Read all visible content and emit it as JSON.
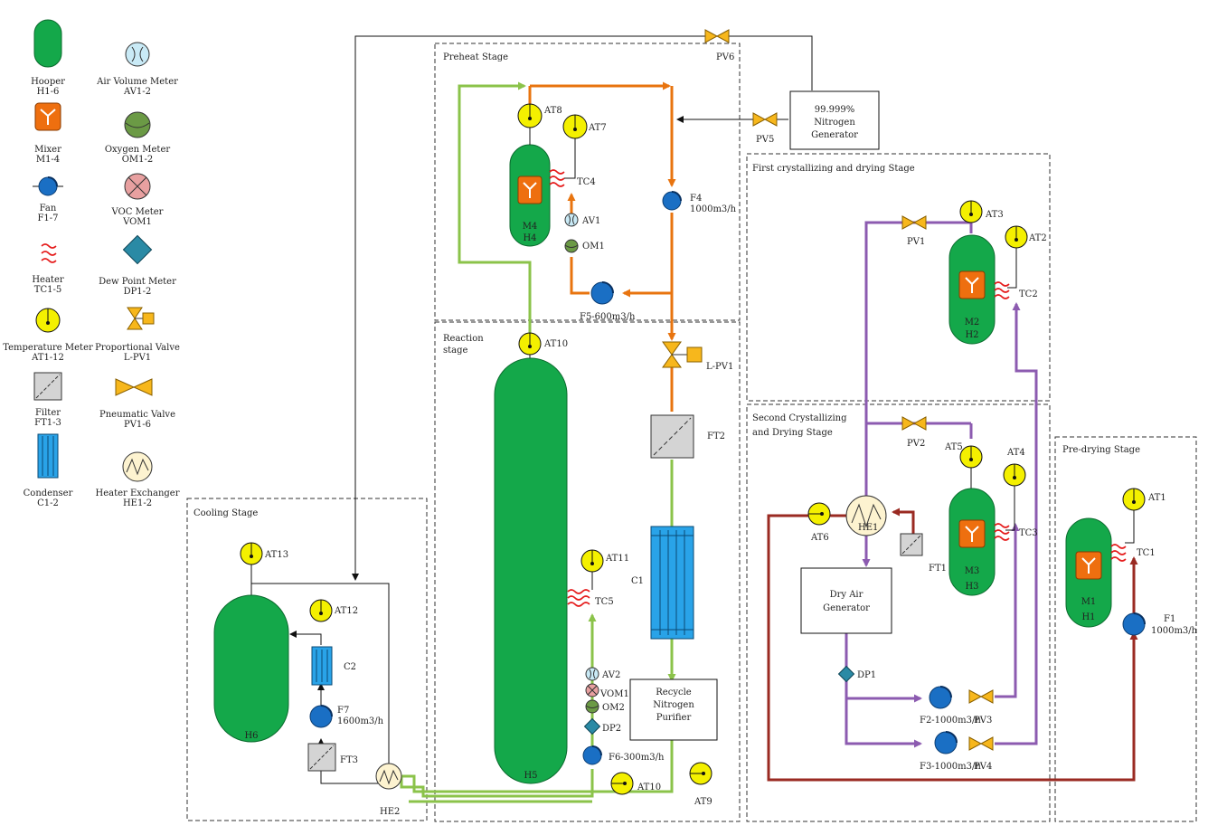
{
  "legend": {
    "hooper": [
      "Hooper",
      "H1-6"
    ],
    "mixer": [
      "Mixer",
      "M1-4"
    ],
    "fan": [
      "Fan",
      "F1-7"
    ],
    "heater": [
      "Heater",
      "TC1-5"
    ],
    "temp": [
      "Temperature Meter",
      "AT1-12"
    ],
    "filter": [
      "Filter",
      "FT1-3"
    ],
    "condenser": [
      "Condenser",
      "C1-2"
    ],
    "avm": [
      "Air Volume Meter",
      "AV1-2"
    ],
    "om": [
      "Oxygen Meter",
      "OM1-2"
    ],
    "voc": [
      "VOC Meter",
      "VOM1"
    ],
    "dpm": [
      "Dew Point Meter",
      "DP1-2"
    ],
    "lpv": [
      "Proportional Valve",
      "L-PV1"
    ],
    "pv": [
      "Pneumatic Valve",
      "PV1-6"
    ],
    "he": [
      "Heater Exchanger",
      "HE1-2"
    ]
  },
  "stages": {
    "preheat": "Preheat Stage",
    "reaction": [
      "Reaction",
      "stage"
    ],
    "cooling": "Cooling Stage",
    "first": "First crystallizing and drying Stage",
    "second": [
      "Second Crystallizing",
      "and Drying Stage"
    ],
    "predry": "Pre-drying Stage"
  },
  "boxes": {
    "nitrogen_gen": [
      "99.999%",
      "Nitrogen",
      "Generator"
    ],
    "dry_air": [
      "Dry Air",
      "Generator"
    ],
    "purifier": [
      "Recycle",
      "Nitrogen",
      "Purifier"
    ]
  },
  "labels": {
    "PV6": "PV6",
    "PV5": "PV5",
    "PV1": "PV1",
    "PV2": "PV2",
    "PV3": "PV3",
    "PV4": "PV4",
    "AT1": "AT1",
    "AT2": "AT2",
    "AT3": "AT3",
    "AT4": "AT4",
    "AT5": "AT5",
    "AT6": "AT6",
    "AT7": "AT7",
    "AT8": "AT8",
    "AT9": "AT9",
    "AT10a": "AT10",
    "AT10b": "AT10",
    "AT11": "AT11",
    "AT12": "AT12",
    "AT13": "AT13",
    "TC1": "TC1",
    "TC2": "TC2",
    "TC3": "TC3",
    "TC4": "TC4",
    "TC5": "TC5",
    "M4": "M4",
    "H4": "H4",
    "M2": "M2",
    "H2": "H2",
    "M3": "M3",
    "H3": "H3",
    "M1": "M1",
    "H1": "H1",
    "H5": "H5",
    "H6": "H6",
    "AV1": "AV1",
    "OM1": "OM1",
    "AV2": "AV2",
    "VOM1": "VOM1",
    "OM2": "OM2",
    "DP2": "DP2",
    "DP1": "DP1",
    "F4": [
      "F4",
      "1000m3/h"
    ],
    "F5": "F5-600m3/h",
    "F6": "F6-300m3/h",
    "F7": [
      "F7",
      "1600m3/h"
    ],
    "F1": [
      "F1",
      "1000m3/h"
    ],
    "F2": "F2-1000m3/h",
    "F3": "F3-1000m3/h",
    "LPV1": "L-PV1",
    "FT1": "FT1",
    "FT2": "FT2",
    "FT3": "FT3",
    "C1": "C1",
    "C2": "C2",
    "HE1": "HE1",
    "HE2": "HE2"
  },
  "colors": {
    "hopper": "#14a84a",
    "mixer": "#ee6f0f",
    "fan": "#1a6fc4",
    "meter": "#f4f000",
    "green_line": "#8bc34a",
    "orange_line": "#e8740f",
    "purple_line": "#8c5bb0",
    "red_line": "#9a2a22",
    "black_line": "#111111"
  }
}
